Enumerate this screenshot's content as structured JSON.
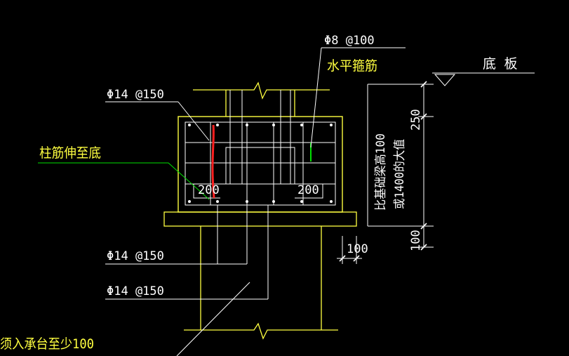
{
  "labels": {
    "rebar_top": "Φ8 @100",
    "horizontal_stirrup": "水平箍筋",
    "floor_slab": "底 板",
    "rebar_left_top": "Φ14 @150",
    "column_bar_to_bottom": "柱筋伸至底",
    "dim_200_left": "200",
    "dim_200_right": "200",
    "dim_250": "250",
    "vertical_note_1": "比基础梁高100",
    "vertical_note_2": "或1400的大值",
    "dim_100_vertical": "100",
    "dim_100_horizontal": "100",
    "rebar_mid": "Φ14 @150",
    "rebar_low": "Φ14 @150",
    "embed_note": "须入承台至少100"
  },
  "colors": {
    "background": "#000000",
    "outline": "#ffff40",
    "rebar": "#ffffff",
    "leader": "#ffffff",
    "highlight_red": "#ff2020",
    "highlight_green": "#00e000"
  }
}
